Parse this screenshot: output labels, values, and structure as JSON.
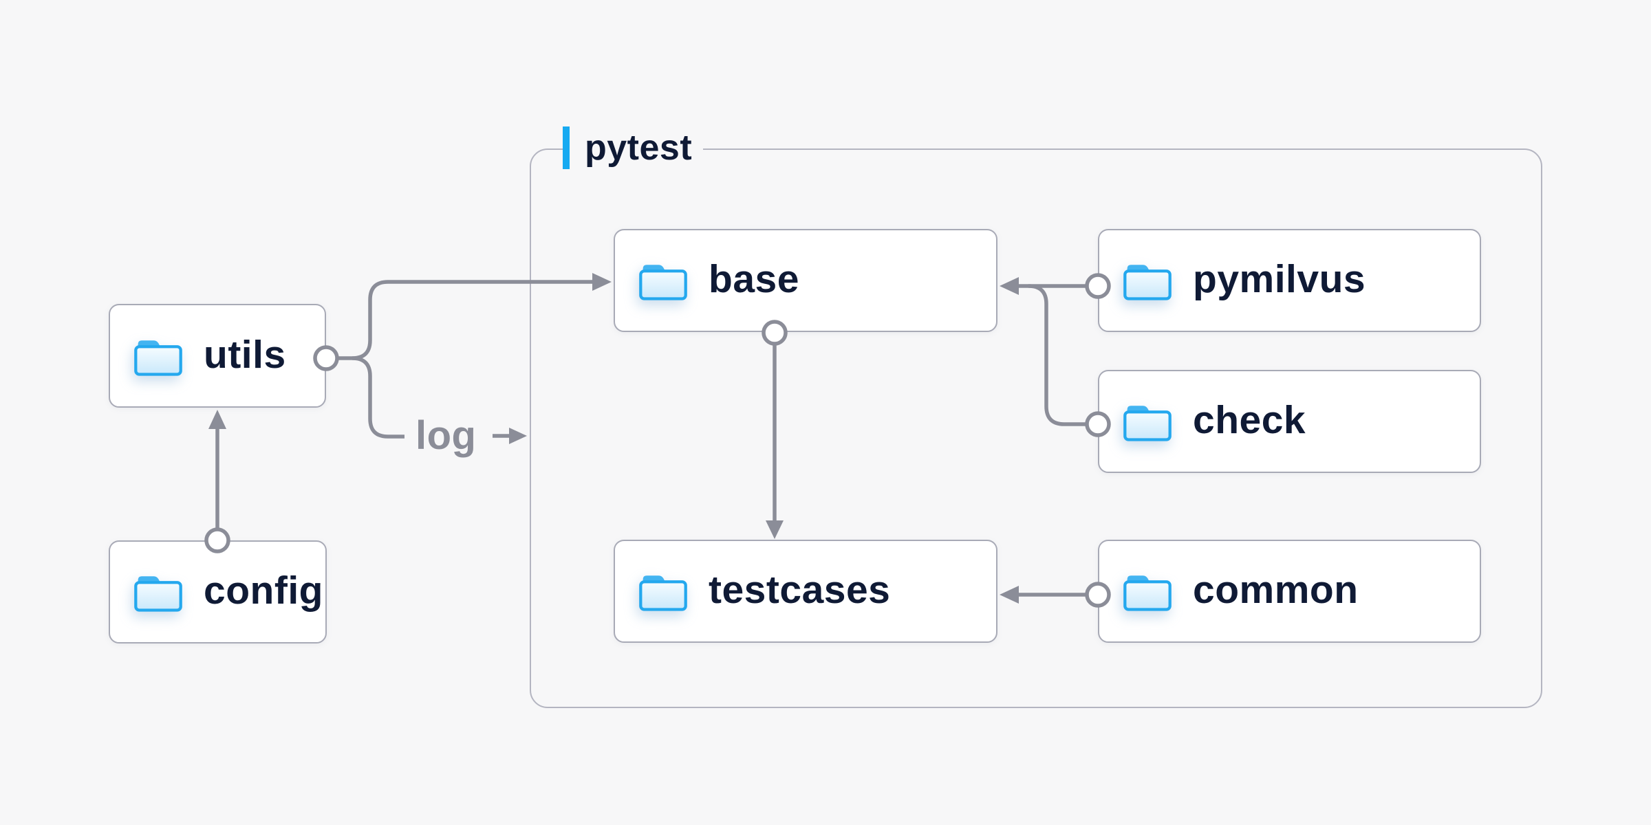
{
  "diagram": {
    "container": {
      "label": "pytest"
    },
    "edge_label": "log",
    "nodes": [
      {
        "id": "utils",
        "label": "utils",
        "icon": "folder-icon"
      },
      {
        "id": "config",
        "label": "config",
        "icon": "folder-icon"
      },
      {
        "id": "base",
        "label": "base",
        "icon": "folder-icon"
      },
      {
        "id": "pymilvus",
        "label": "pymilvus",
        "icon": "folder-icon"
      },
      {
        "id": "check",
        "label": "check",
        "icon": "folder-icon"
      },
      {
        "id": "testcases",
        "label": "testcases",
        "icon": "folder-icon"
      },
      {
        "id": "common",
        "label": "common",
        "icon": "folder-icon"
      }
    ],
    "edges": [
      {
        "from": "config",
        "to": "utils"
      },
      {
        "from": "utils",
        "to": "base"
      },
      {
        "from": "utils",
        "to": "log"
      },
      {
        "from": "pymilvus",
        "to": "base"
      },
      {
        "from": "check",
        "to": "base"
      },
      {
        "from": "base",
        "to": "testcases"
      },
      {
        "from": "common",
        "to": "testcases"
      }
    ],
    "colors": {
      "background": "#f7f7f8",
      "accent_blue": "#17aaf1",
      "folder_blue": "#24a8ee",
      "connector_gray": "#8b8d98",
      "box_border": "#a8aab6",
      "container_border": "#b4b5c1",
      "text_dark": "#0f1a35"
    }
  }
}
